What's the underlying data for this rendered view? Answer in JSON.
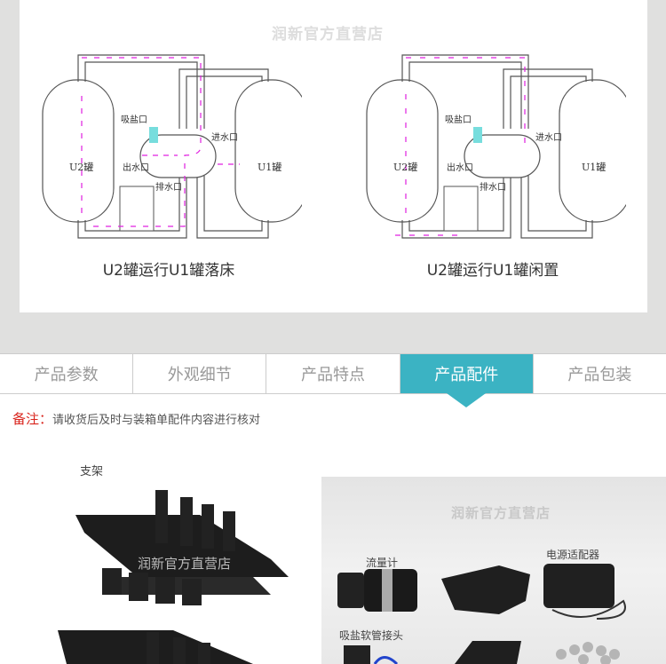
{
  "watermark": "润新官方直营店",
  "diagrams": [
    {
      "caption": "U2罐运行U1罐落床",
      "tank_left": "U2罐",
      "tank_right": "U1罐",
      "salt_inlet": "吸盐口",
      "water_in": "进水口",
      "water_out": "出水口",
      "drain": "排水口"
    },
    {
      "caption": "U2罐运行U1罐闲置",
      "tank_left": "U2罐",
      "tank_right": "U1罐",
      "salt_inlet": "吸盐口",
      "water_in": "进水口",
      "water_out": "出水口",
      "drain": "排水口"
    }
  ],
  "tabs": [
    {
      "label": "产品参数",
      "active": false
    },
    {
      "label": "外观细节",
      "active": false
    },
    {
      "label": "产品特点",
      "active": false
    },
    {
      "label": "产品配件",
      "active": true
    },
    {
      "label": "产品包装",
      "active": false
    }
  ],
  "note": {
    "prefix": "备注：",
    "text": "请收货后及时与装箱单配件内容进行核对"
  },
  "accessories": {
    "bracket": "支架",
    "flowmeter": "流量计",
    "adapter": "电源适配器",
    "hose_connector": "吸盐软管接头"
  },
  "colors": {
    "accent": "#3bb3c3",
    "note_red": "#d9251d",
    "flow": "#e020e0"
  }
}
